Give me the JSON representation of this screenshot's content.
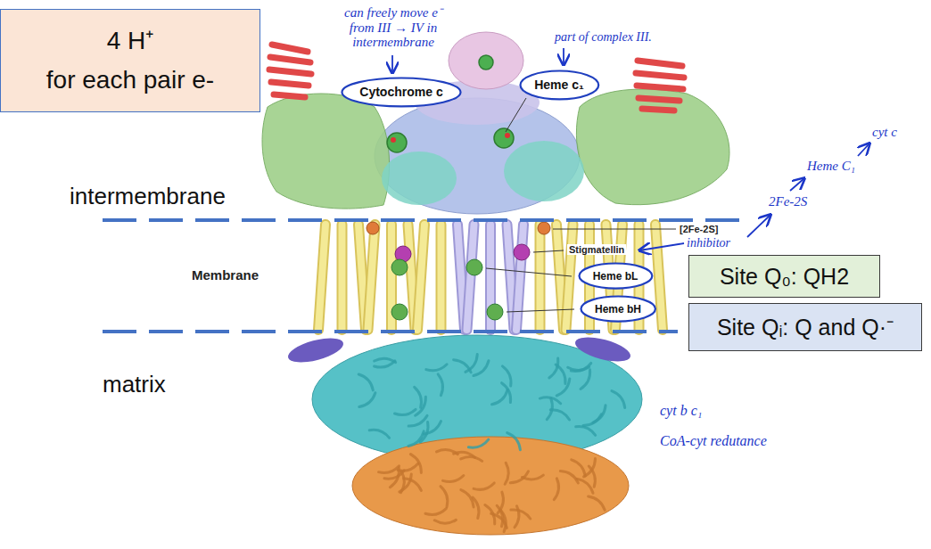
{
  "diagram": {
    "nodes": [
      {
        "text": [
          "4 H⁺",
          "for each pair e-"
        ]
      },
      {
        "text": [
          "Cytochrome c"
        ]
      },
      {
        "text": [
          "Heme c₁"
        ]
      },
      {
        "text": [
          "Heme bL"
        ]
      },
      {
        "text": [
          "Heme bH"
        ]
      },
      {
        "text": [
          "Site Q₀: QH2"
        ]
      },
      {
        "text": [
          "Site Qᵢ: Q and Q·⁻"
        ]
      }
    ],
    "labels": [
      "can freely move e⁻ from III → IV in intermembrane",
      "part of complex III.",
      "cyt c",
      "Heme C₁",
      "intermembrane",
      "2Fe-2S",
      "[2Fe-2S]",
      "inhibitor",
      "Stigmatellin",
      "Membrane",
      "matrix",
      "cyt b c₁",
      "CoA-cyt redutance"
    ]
  }
}
